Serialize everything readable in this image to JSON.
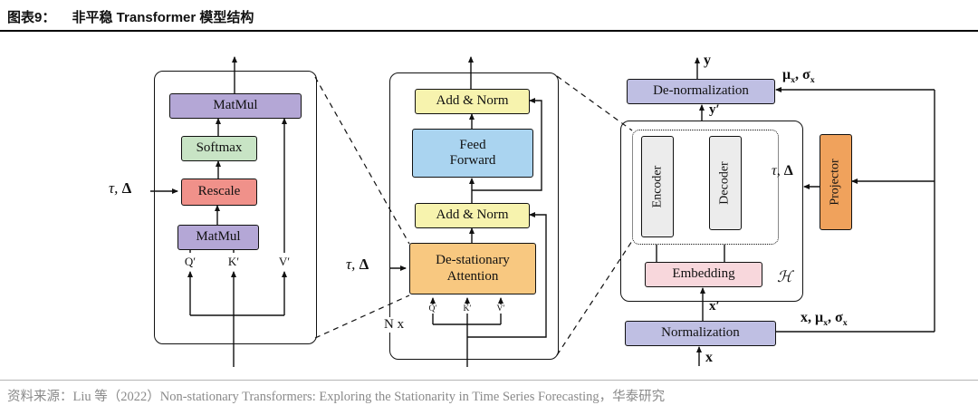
{
  "header": {
    "fig_label": "图表9：",
    "title": "非平稳 Transformer 模型结构"
  },
  "footer": {
    "source": "资料来源：Liu 等（2022）Non-stationary Transformers: Exploring the Stationarity in Time Series Forecasting，华泰研究"
  },
  "math": {
    "tau": "τ, ",
    "delta": "Δ"
  },
  "left": {
    "matmul_top": "MatMul",
    "softmax": "Softmax",
    "rescale": "Rescale",
    "matmul_bottom": "MatMul",
    "q": "Q′",
    "k": "K′",
    "v": "V′"
  },
  "middle": {
    "add_norm_top": "Add & Norm",
    "feed_forward": [
      "Feed",
      "Forward"
    ],
    "add_norm_bottom": "Add & Norm",
    "attention": [
      "De-stationary",
      "Attention"
    ],
    "q": "Q′",
    "k": "K′",
    "v": "V′",
    "n_x": "N x"
  },
  "right": {
    "y_out": "y",
    "denormalization": "De-normalization",
    "stats_top": {
      "p1": "μ",
      "s1": "x",
      "p2": ", σ",
      "s2": "x"
    },
    "y_prime": "y′",
    "encoder": "Encoder",
    "decoder": "Decoder",
    "h": "ℋ",
    "embedding": "Embedding",
    "x_prime": "x′",
    "normalization": "Normalization",
    "x_in": "x",
    "stats_bottom": {
      "p1": "x, μ",
      "s1": "x",
      "p2": ", σ",
      "s2": "x"
    },
    "projector": "Projector"
  },
  "colors": {
    "purple": "#b4a7d6",
    "green": "#c8e4c5",
    "red": "#f0918a",
    "yellow": "#f7f3ae",
    "blue": "#aad4f0",
    "attn_orange": "#f8c880",
    "lavender": "#bfbfe3",
    "pink": "#f8d7dc",
    "projector_orange": "#f0a25c",
    "gray": "#ececec"
  }
}
